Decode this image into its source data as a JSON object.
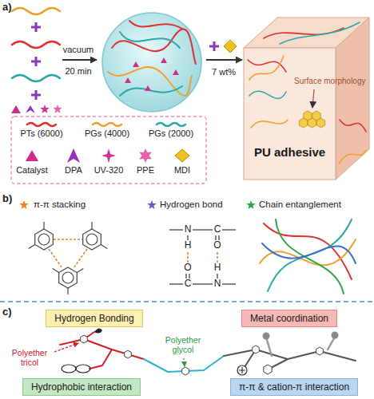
{
  "diagram": {
    "nodes": [
      {
        "text": [
          "Hydrogen Bonding"
        ]
      },
      {
        "text": [
          "Metal coordination"
        ]
      },
      {
        "text": [
          "Hydrophobic interaction"
        ]
      },
      {
        "text": [
          "π-π & cation-π interaction"
        ]
      }
    ],
    "labels": [
      "a)",
      "vacuum",
      "20 min",
      "7 wt%",
      "PU adhesive",
      "Surface morphology",
      "b)",
      "π-π stacking",
      "Hydrogen bond",
      "Chain entanglement",
      "N",
      "C",
      "H",
      "O",
      "O",
      "H",
      "C",
      "N",
      "c)",
      "Polyether tricol",
      "Polyether glycol"
    ],
    "legend": [
      {
        "text": "PTs (6000)"
      },
      {
        "text": "PGs (4000)"
      },
      {
        "text": "PGs (2000)"
      },
      {
        "text": "Catalyst"
      },
      {
        "text": "DPA"
      },
      {
        "text": "UV-320"
      },
      {
        "text": "PPE"
      },
      {
        "text": "MDI"
      }
    ]
  }
}
